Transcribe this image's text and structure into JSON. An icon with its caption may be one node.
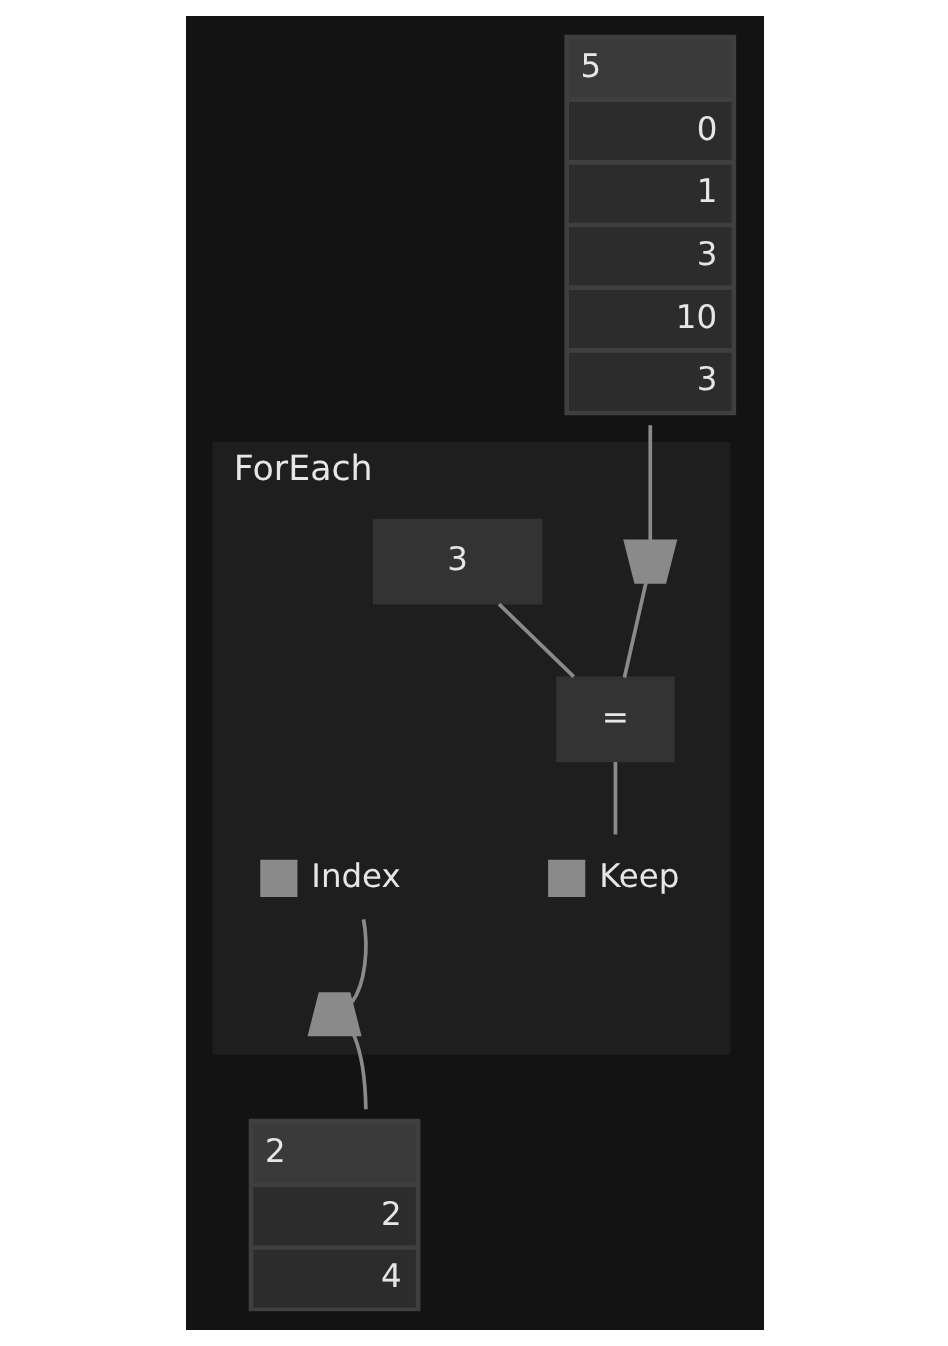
{
  "diagram": {
    "nodes": [
      {
        "text": [
          "5",
          "0",
          "1",
          "3",
          "10",
          "3"
        ]
      },
      {
        "text": [
          "ForEach"
        ]
      },
      {
        "text": [],
        "shape": "trapezium",
        "in": 1
      },
      {
        "text": [
          "3"
        ],
        "in": 1
      },
      {
        "text": [
          "="
        ],
        "in": 1
      },
      {
        "text": [
          "Keep"
        ],
        "in": 1
      },
      {
        "text": [
          "Index"
        ],
        "in": 1
      },
      {
        "text": [],
        "shape": "trapezium",
        "in": 1
      },
      {
        "text": [
          "2",
          "2",
          "4"
        ]
      }
    ],
    "edges": [
      {
        "from": 0,
        "to": 2,
        "arrow": "none"
      },
      {
        "from": 2,
        "to": 4,
        "arrow": "none"
      },
      {
        "from": 3,
        "to": 4,
        "arrow": "none"
      },
      {
        "from": 4,
        "to": 5,
        "arrow": "none"
      },
      {
        "from": 8,
        "to": 7,
        "arrow": "none"
      },
      {
        "from": 7,
        "to": 6,
        "arrow": "none"
      }
    ]
  }
}
